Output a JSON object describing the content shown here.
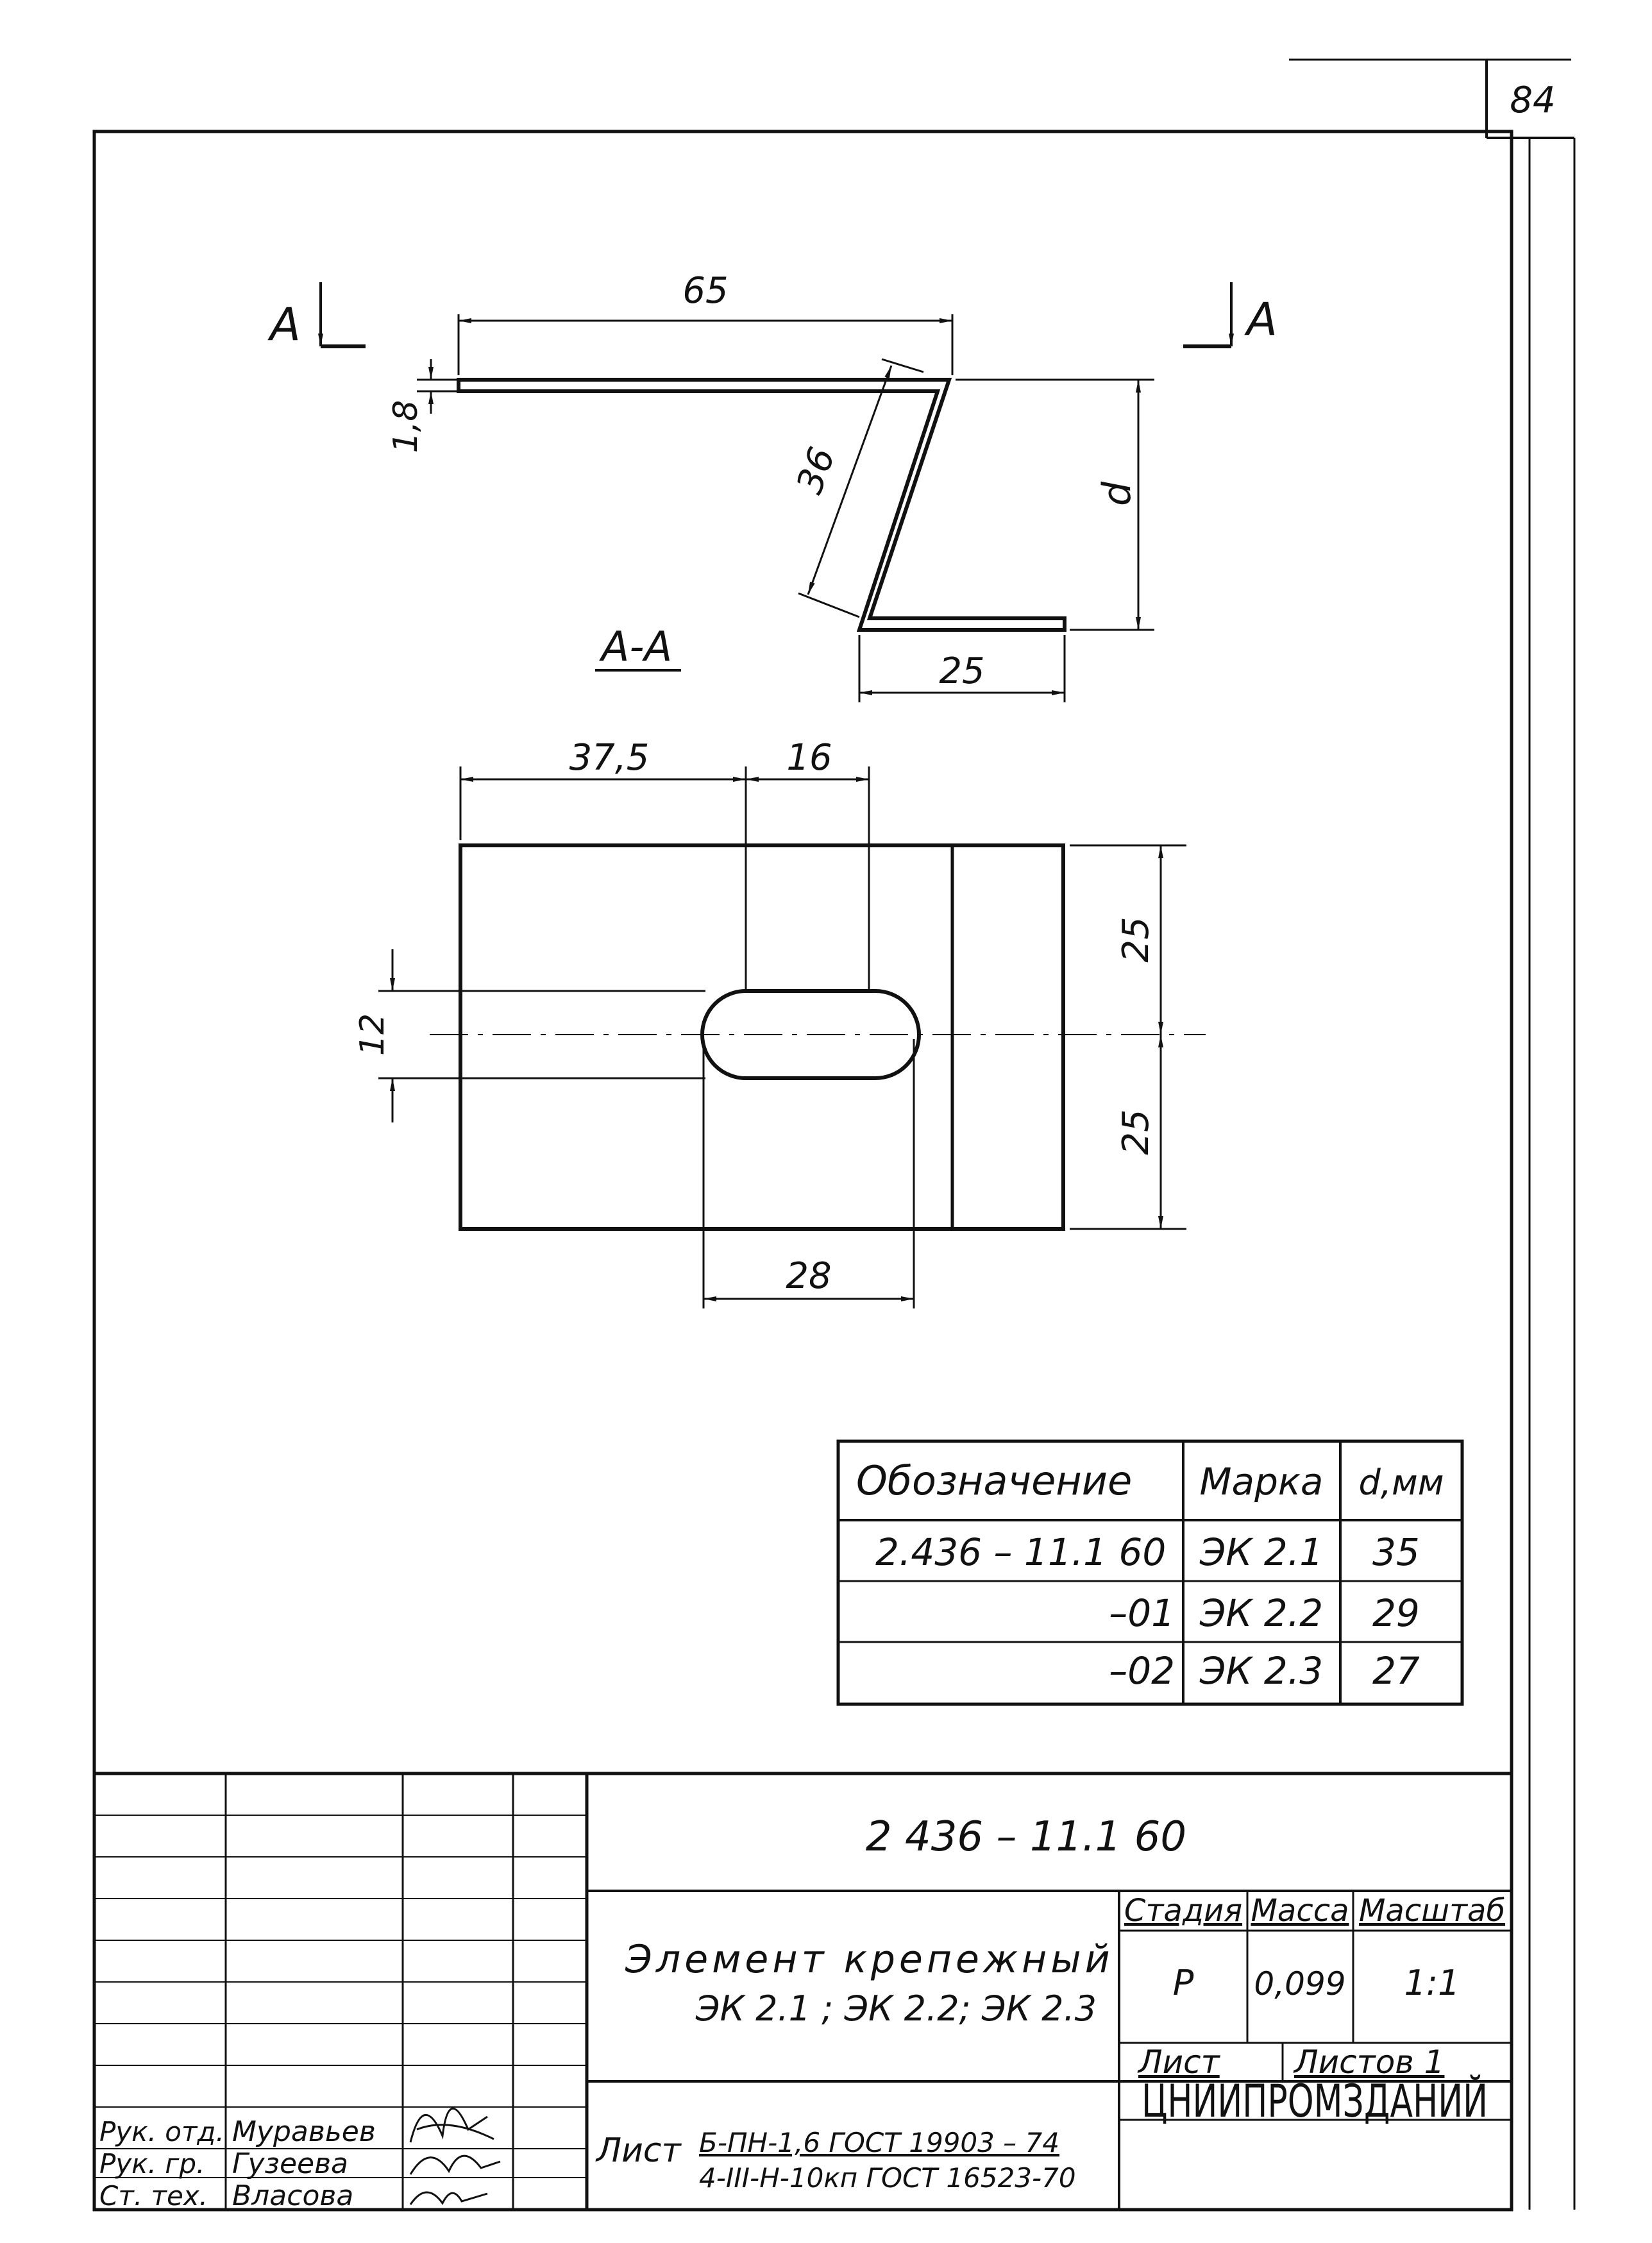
{
  "sheet_number": "84",
  "section": {
    "mark_left": "А",
    "mark_right": "А",
    "label": "А-А"
  },
  "profile_dims": {
    "length_top": "65",
    "thickness": "1,8",
    "web": "36",
    "height": "d",
    "flange_bottom": "25"
  },
  "plan_dims": {
    "to_slot": "37,5",
    "slot_radius_span": "16",
    "half_top": "25",
    "half_bottom": "25",
    "slot_width": "12",
    "slot_length": "28"
  },
  "variants_table": {
    "headers": [
      "Обозначение",
      "Марка",
      "d,мм"
    ],
    "rows": [
      {
        "designation": "2.436 – 11.1 60",
        "mark": "ЭК 2.1",
        "d": "35"
      },
      {
        "designation": "–01",
        "mark": "ЭК 2.2",
        "d": "29"
      },
      {
        "designation": "–02",
        "mark": "ЭК 2.3",
        "d": "27"
      }
    ]
  },
  "title_block": {
    "doc_code": "2 436 – 11.1 60",
    "name_line1": "Элемент крепежный",
    "name_line2": "ЭК 2.1 ; ЭК 2.2; ЭК 2.3",
    "stage_header": "Стадия",
    "mass_header": "Масса",
    "scale_header": "Масштаб",
    "stage": "Р",
    "mass": "0,099",
    "scale": "1:1",
    "sheet_label": "Лист",
    "sheets_label": "Листов 1",
    "org": "ЦНИИПРОМЗДАНИЙ",
    "material_label": "Лист",
    "material_line1": "Б-ПН-1,6 ГОСТ 19903 – 74",
    "material_line2": "4-III-Н-10кп ГОСТ 16523-70",
    "roles": [
      {
        "role": "Рук. отд.",
        "name": "Муравьев"
      },
      {
        "role": "Рук. гр.",
        "name": "Гузеева"
      },
      {
        "role": "Ст. тех.",
        "name": "Власова"
      }
    ]
  }
}
